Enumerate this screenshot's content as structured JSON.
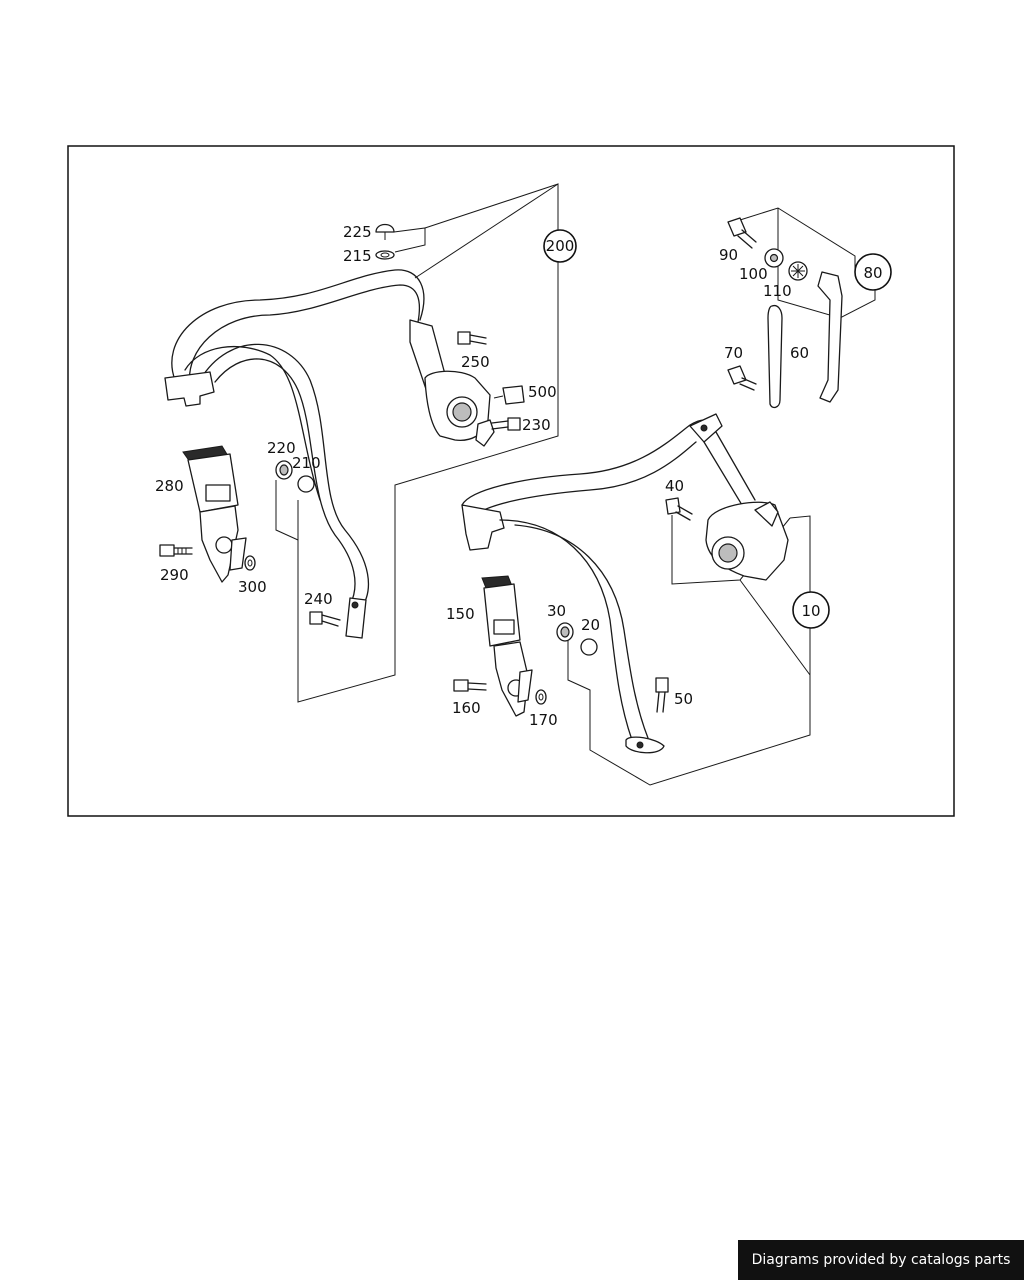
{
  "labels": {
    "l225": "225",
    "l215": "215",
    "l200": "200",
    "l250": "250",
    "l500": "500",
    "l230": "230",
    "l220": "220",
    "l210": "210",
    "l280": "280",
    "l290": "290",
    "l300": "300",
    "l240": "240",
    "l90": "90",
    "l100": "100",
    "l110": "110",
    "l80": "80",
    "l70": "70",
    "l60": "60",
    "l40": "40",
    "l10": "10",
    "l150": "150",
    "l30": "30",
    "l20": "20",
    "l160": "160",
    "l170": "170",
    "l50": "50"
  },
  "footer": {
    "text": "Diagrams provided by catalogs parts"
  }
}
